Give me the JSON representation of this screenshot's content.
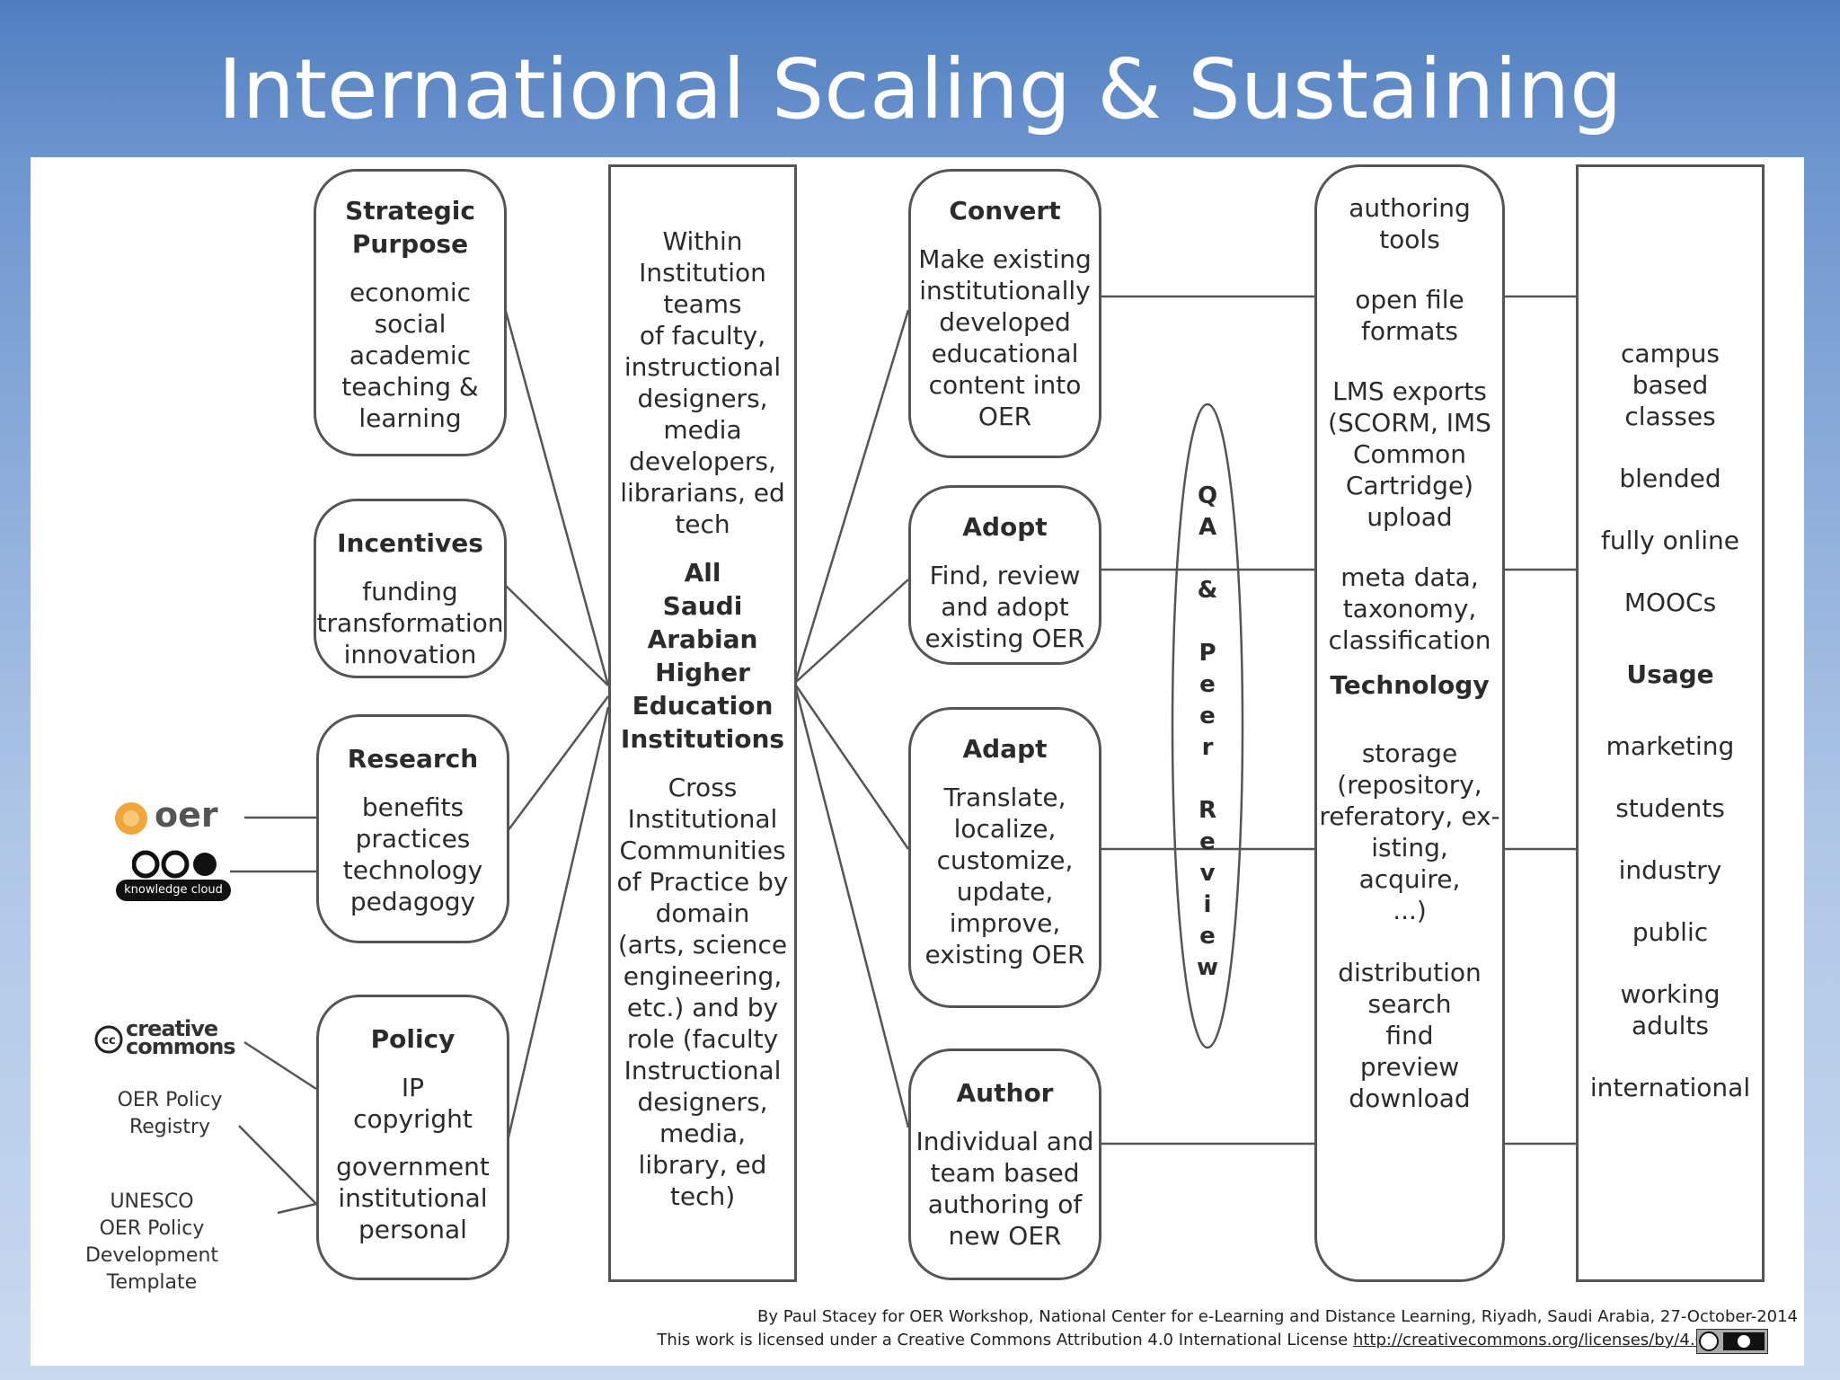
{
  "title": "International Scaling & Sustaining",
  "left_boxes": [
    {
      "heading": "Strategic Purpose",
      "items": [
        "economic",
        "social",
        "academic",
        "teaching &",
        "learning"
      ]
    },
    {
      "heading": "Incentives",
      "items": [
        "funding",
        "transformation",
        "innovation"
      ]
    },
    {
      "heading": "Research",
      "items": [
        "benefits",
        "practices",
        "technology",
        "pedagogy"
      ]
    },
    {
      "heading": "Policy",
      "items": [
        "IP",
        "copyright",
        "",
        "government",
        "institutional",
        "personal"
      ]
    }
  ],
  "center_box": {
    "top_text": [
      "Within",
      "Institution",
      "teams",
      "of faculty,",
      "instructional",
      "designers,",
      "media",
      "developers,",
      "librarians, ed",
      "tech"
    ],
    "heading": [
      "All",
      "Saudi",
      "Arabian",
      "Higher",
      "Education",
      "Institutions"
    ],
    "bottom_text": [
      "Cross",
      "Institutional",
      "Communities",
      "of Practice by",
      "domain",
      "(arts, science",
      "engineering,",
      "etc.) and by",
      "role (faculty",
      "Instructional",
      "designers,",
      "media,",
      "library, ed",
      "tech)"
    ]
  },
  "process_boxes": [
    {
      "heading": "Convert",
      "items": [
        "Make existing",
        "institutionally",
        "developed",
        "educational",
        "content into",
        "OER"
      ]
    },
    {
      "heading": "Adopt",
      "items": [
        "Find, review",
        "and adopt",
        "existing OER"
      ]
    },
    {
      "heading": "Adapt",
      "items": [
        "Translate,",
        "localize,",
        "customize,",
        "update,",
        "improve,",
        "existing OER"
      ]
    },
    {
      "heading": "Author",
      "items": [
        "Individual and",
        "team based",
        "authoring of",
        "new OER"
      ]
    }
  ],
  "qa_review": [
    "Q",
    "A",
    "",
    "&",
    "",
    "P",
    "e",
    "e",
    "r",
    "",
    "R",
    "e",
    "v",
    "i",
    "e",
    "w"
  ],
  "technology": {
    "group1": [
      "authoring",
      "tools"
    ],
    "group2": [
      "open file",
      "formats"
    ],
    "group3": [
      "LMS exports",
      "(SCORM, IMS",
      "Common",
      "Cartridge)",
      "upload"
    ],
    "group4": [
      "meta data,",
      "taxonomy,",
      "classification"
    ],
    "heading": "Technology",
    "group5": [
      "storage",
      "(repository,",
      "referatory, ex-",
      "isting, acquire,",
      "...)"
    ],
    "group6": [
      "distribution",
      "search",
      "find",
      "preview",
      "download"
    ]
  },
  "usage": {
    "group1": [
      "campus",
      "based",
      "classes"
    ],
    "group2": [
      "blended"
    ],
    "group3": [
      "fully online"
    ],
    "group4": [
      "MOOCs"
    ],
    "heading": "Usage",
    "group5": [
      "marketing"
    ],
    "group6": [
      "students"
    ],
    "group7": [
      "industry"
    ],
    "group8": [
      "public"
    ],
    "group9": [
      "working",
      "adults"
    ],
    "group10": [
      "international"
    ]
  },
  "side_labels": {
    "oer_logo": "oer",
    "oer_knowledge": "knowledge cloud",
    "cc_logo": "creative commons",
    "policy_registry": [
      "OER Policy",
      "Registry"
    ],
    "unesco": [
      "UNESCO",
      "OER Policy",
      "Development Template"
    ]
  },
  "credits": {
    "line1": "By Paul Stacey for OER Workshop, National Center for e-Learning and Distance Learning, Riyadh, Saudi Arabia, 27-October-2014",
    "line2": "This work is licensed under a Creative Commons Attribution 4.0 International License",
    "url": "http://creativecommons.org/licenses/by/4.0"
  }
}
